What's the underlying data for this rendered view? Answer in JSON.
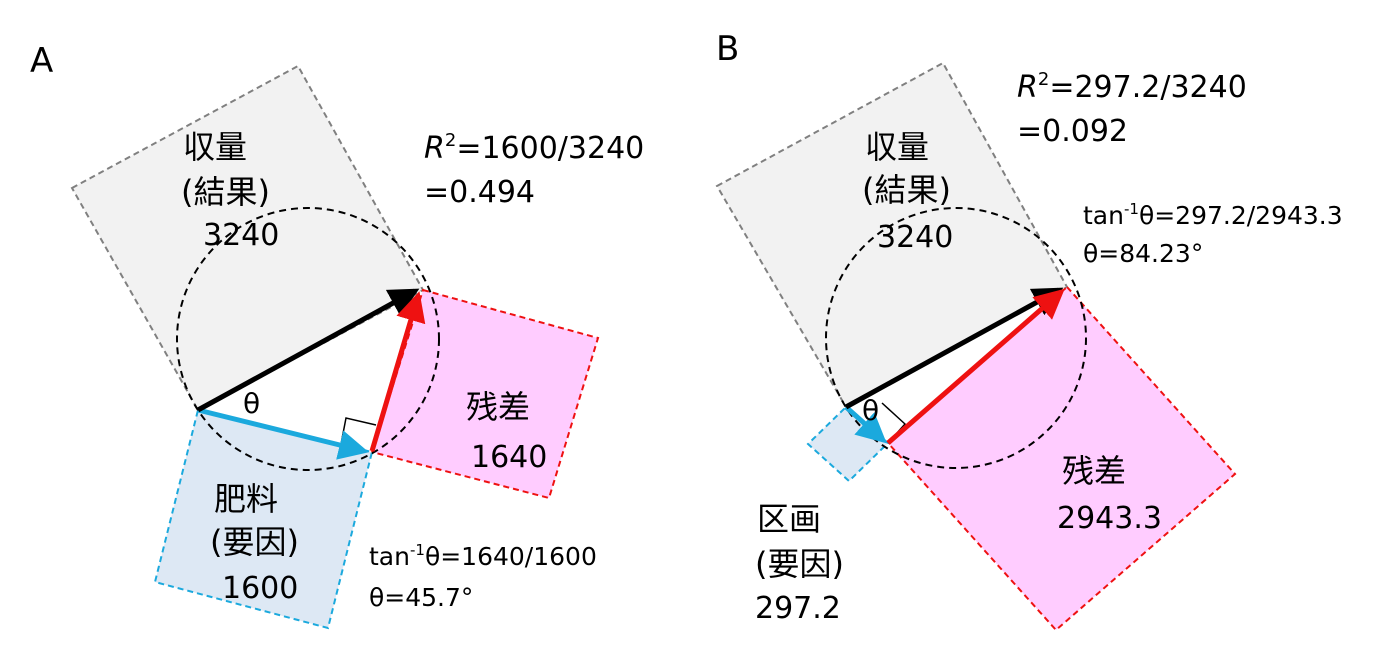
{
  "panelA": {
    "panel_label": "A",
    "outcome": {
      "label": "収量",
      "sub": "(結果)",
      "value": "3240"
    },
    "factor": {
      "label": "肥料",
      "sub": "(要因)",
      "value": "1600"
    },
    "residual": {
      "label": "残差",
      "value": "1640"
    },
    "r2": {
      "symbol": "R",
      "sup": "2",
      "expr": "=1600/3240",
      "result": "=0.494"
    },
    "tan": {
      "prefix": "tan",
      "sup": "-1",
      "expr": "θ=1640/1600",
      "theta_line": "θ=45.7°"
    },
    "angle_symbol": "θ"
  },
  "panelB": {
    "panel_label": "B",
    "outcome": {
      "label": "収量",
      "sub": "(結果)",
      "value": "3240"
    },
    "factor": {
      "label": "区画",
      "sub": "(要因)",
      "value": "297.2"
    },
    "residual": {
      "label": "残差",
      "value": "2943.3"
    },
    "r2": {
      "symbol": "R",
      "sup": "2",
      "expr": "=297.2/3240",
      "result": "=0.092"
    },
    "tan": {
      "prefix": "tan",
      "sup": "-1",
      "expr": "θ=297.2/2943.3",
      "theta_line": "θ=84.23°"
    },
    "angle_symbol": "θ"
  },
  "colors": {
    "outcome_fill": "#f2f2f2",
    "outcome_stroke": "#808080",
    "factor_fill": "#dde8f4",
    "factor_stroke": "#1ba9dd",
    "residual_fill": "#ffccff",
    "residual_stroke": "#ee1111",
    "factor_arrow": "#1ba9dd",
    "residual_arrow": "#ee1111",
    "outcome_arrow": "#000000"
  }
}
